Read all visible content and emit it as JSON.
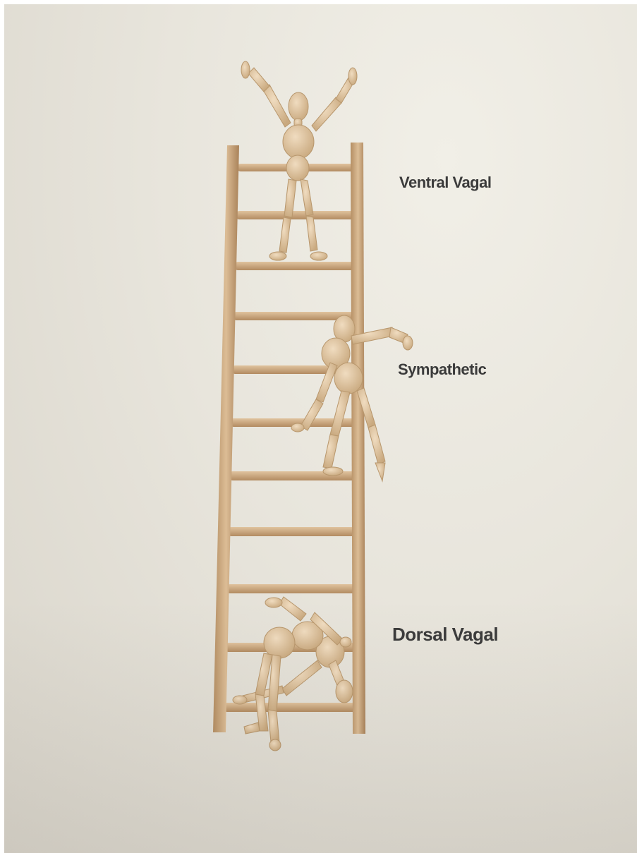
{
  "labels": {
    "ventral": "Ventral Vagal",
    "sympathetic": "Sympathetic",
    "dorsal": "Dorsal Vagal"
  },
  "colors": {
    "paper": "#e8e5dc",
    "wood": "#d8b78f",
    "wood_dark": "#b9946a",
    "mannequin": "#e2c8a6",
    "text": "#3b3b3b"
  }
}
